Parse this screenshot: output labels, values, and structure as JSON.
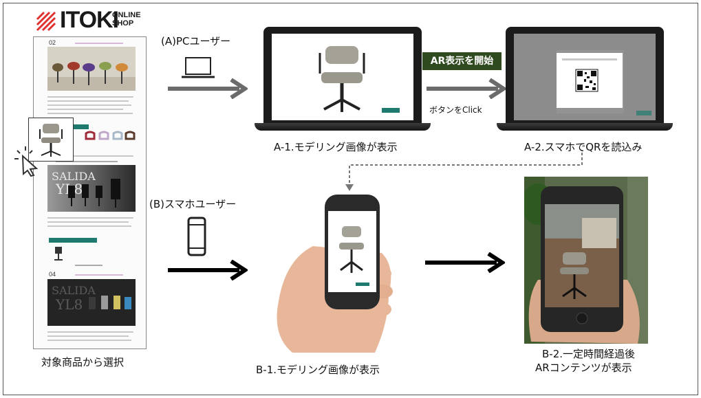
{
  "logo": {
    "brand": "ITOKI",
    "sub_line1": "ONLINE",
    "sub_line2": "SHOP"
  },
  "website": {
    "section_02": "02",
    "section_04": "04",
    "banner_text_1": "SALIDA",
    "banner_text_2": "YL8",
    "banner_text_3": "SALIDA",
    "banner_text_4": "YL8"
  },
  "flow_a": {
    "user_label": "(A)PCユーザー",
    "step1_caption": "A-1.モデリング画像が表示",
    "button_label": "AR表示を開始",
    "button_hint": "ボタンをClick",
    "step2_caption": "A-2.スマホでQRを読込み"
  },
  "flow_b": {
    "user_label": "(B)スマホユーザー",
    "step1_caption": "B-1.モデリング画像が表示",
    "step2_caption_line1": "B-2.一定時間経過後",
    "step2_caption_line2": "ARコンテンツが表示"
  },
  "select_caption": "対象商品から選択",
  "colors": {
    "ar_button_bg": "#2f4a1f",
    "arrow_grey": "#6b6b6b",
    "arrow_black": "#000000",
    "teal": "#1e7a6e",
    "logo_red": "#e03030"
  },
  "icons": [
    "laptop-icon",
    "smartphone-icon",
    "cursor-click-icon",
    "qr-code-icon",
    "chair-icon"
  ]
}
